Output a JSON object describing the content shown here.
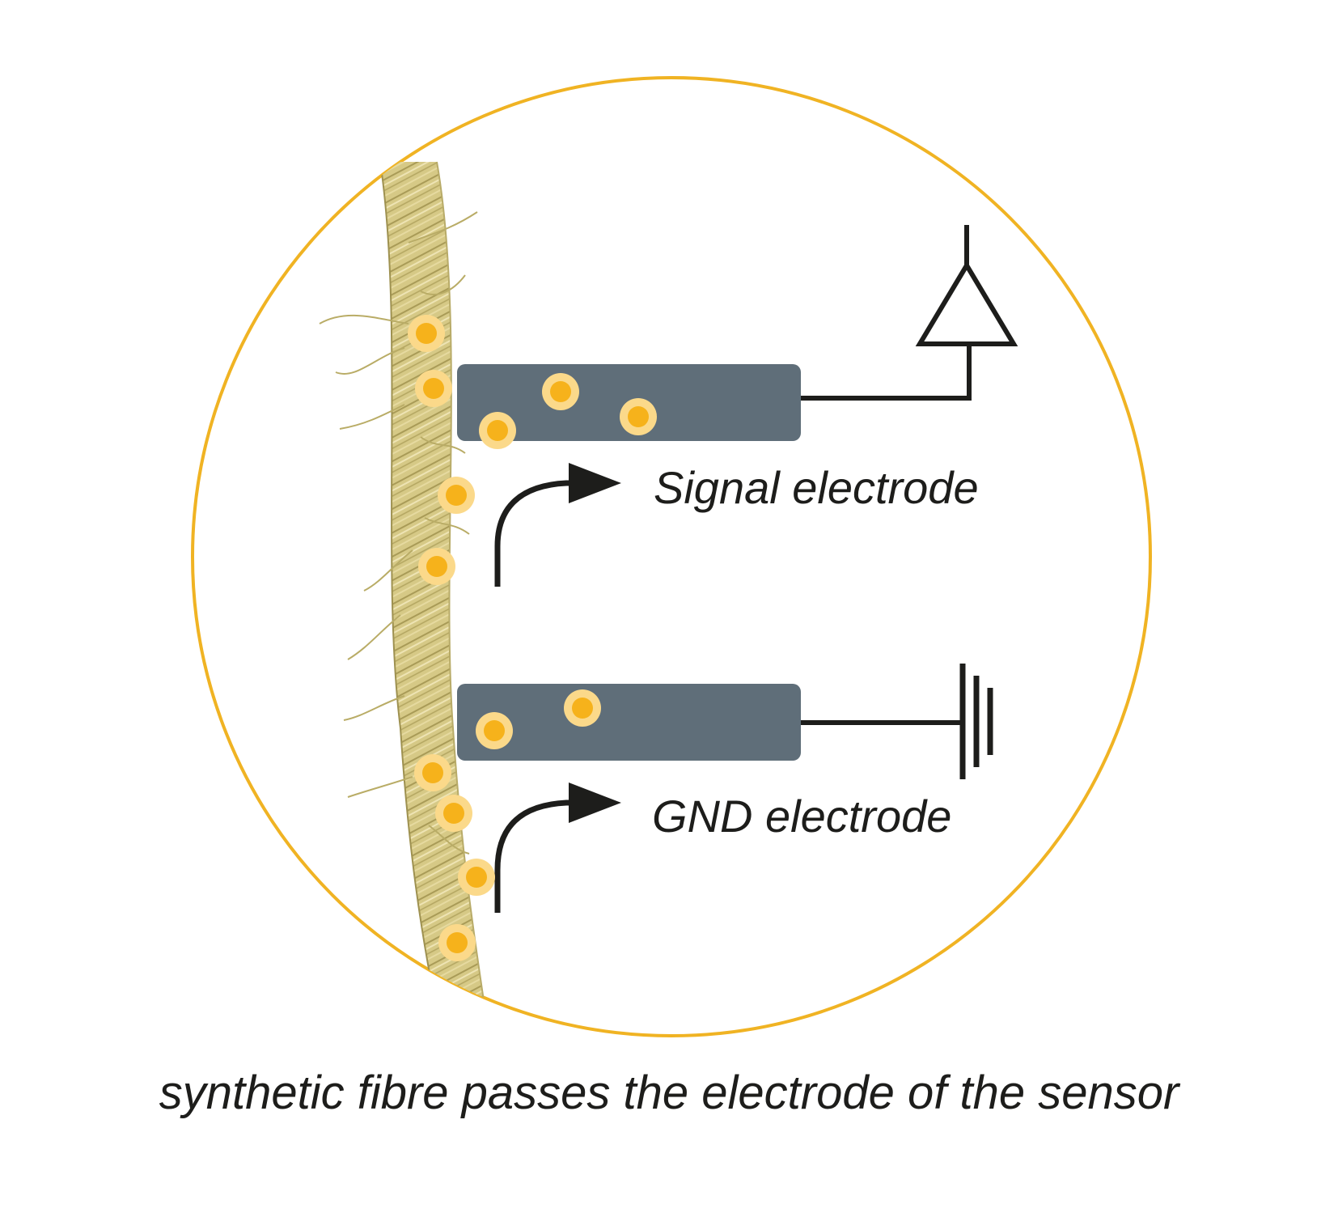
{
  "labels": {
    "signal": "Signal electrode",
    "gnd": "GND electrode",
    "caption": "synthetic fibre passes the electrode of the sensor"
  },
  "colors": {
    "circle": "#f0b323",
    "electrode": "#5f6e79",
    "particle_core": "#f6b21b",
    "particle_halo": "#fbd98a",
    "fibre": "#cfc17a",
    "fibre_dark": "#9e9150",
    "line": "#1d1d1b"
  },
  "icons": {
    "amplifier": "amplifier-triangle-icon",
    "ground": "ground-symbol-icon",
    "arrows": "curved-arrow-icon"
  }
}
